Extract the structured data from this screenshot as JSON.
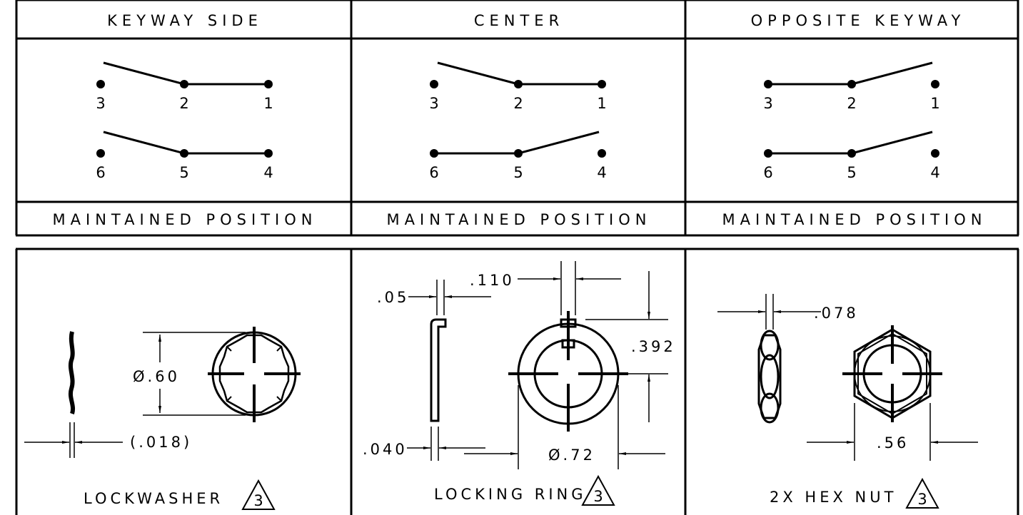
{
  "switch_table": {
    "columns": [
      {
        "header": "KEYWAY SIDE",
        "footer": "MAINTAINED POSITION",
        "upper_pins": [
          "3",
          "2",
          "1"
        ],
        "lower_pins": [
          "6",
          "5",
          "4"
        ]
      },
      {
        "header": "CENTER",
        "footer": "MAINTAINED POSITION",
        "upper_pins": [
          "3",
          "2",
          "1"
        ],
        "lower_pins": [
          "6",
          "5",
          "4"
        ]
      },
      {
        "header": "OPPOSITE KEYWAY",
        "footer": "MAINTAINED POSITION",
        "upper_pins": [
          "3",
          "2",
          "1"
        ],
        "lower_pins": [
          "6",
          "5",
          "4"
        ]
      }
    ]
  },
  "hardware": {
    "lockwasher": {
      "title": "LOCKWASHER",
      "note": "3",
      "dim_diameter": "Ø.60",
      "dim_thickness": "(.018)"
    },
    "locking_ring": {
      "title": "LOCKING RING",
      "note": "3",
      "dim_thickness_top": ".05",
      "dim_tab": ".110",
      "dim_height": ".392",
      "dim_thickness_bottom": ".040",
      "dim_diameter": "Ø.72"
    },
    "hex_nut": {
      "title": "2X HEX NUT",
      "note": "3",
      "dim_thickness": ".078",
      "dim_flats": ".56"
    }
  }
}
